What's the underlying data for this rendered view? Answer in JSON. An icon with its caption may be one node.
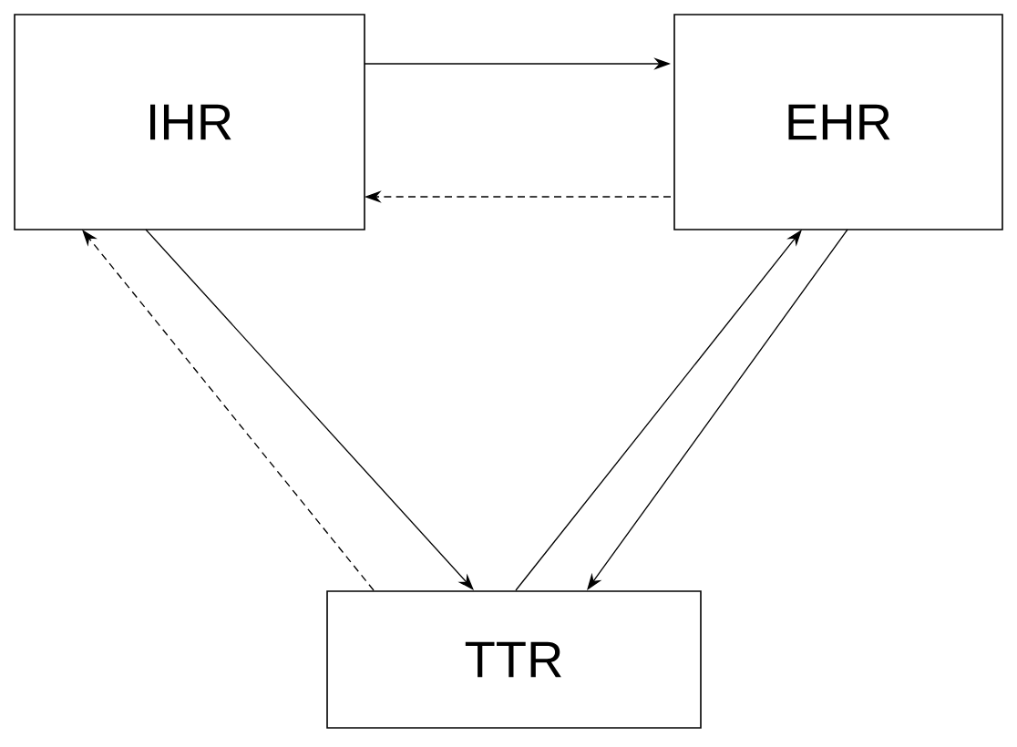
{
  "diagram": {
    "nodes": [
      {
        "text": [
          "IHR"
        ]
      },
      {
        "text": [
          "EHR"
        ]
      },
      {
        "text": [
          "TTR"
        ]
      }
    ],
    "edges": [
      {
        "from": 0,
        "to": 1,
        "arrow": "to"
      },
      {
        "from": 1,
        "to": 0,
        "arrow": "to",
        "style": "dashed"
      },
      {
        "from": 0,
        "to": 2,
        "arrow": "to"
      },
      {
        "from": 2,
        "to": 0,
        "arrow": "to",
        "style": "dashed"
      },
      {
        "from": 2,
        "to": 1,
        "arrow": "to"
      },
      {
        "from": 1,
        "to": 2,
        "arrow": "to"
      }
    ]
  }
}
